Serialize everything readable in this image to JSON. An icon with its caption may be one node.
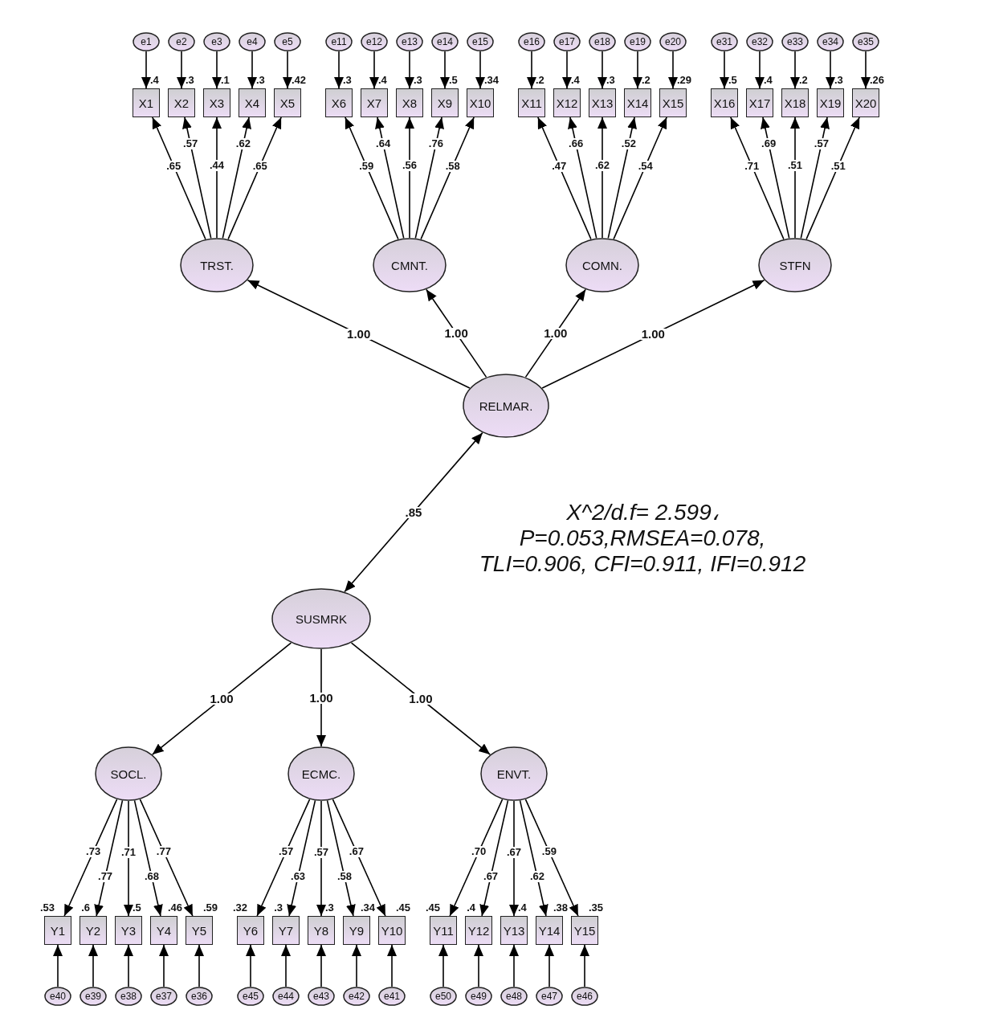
{
  "diagram": {
    "nodes": [
      {
        "text": [
          "e1"
        ]
      },
      {
        "text": [
          "e2"
        ]
      },
      {
        "text": [
          "e3"
        ]
      },
      {
        "text": [
          "e4"
        ]
      },
      {
        "text": [
          "e5"
        ]
      },
      {
        "text": [
          "e11"
        ]
      },
      {
        "text": [
          "e12"
        ]
      },
      {
        "text": [
          "e13"
        ]
      },
      {
        "text": [
          "e14"
        ]
      },
      {
        "text": [
          "e15"
        ]
      },
      {
        "text": [
          "e16"
        ]
      },
      {
        "text": [
          "e17"
        ]
      },
      {
        "text": [
          "e18"
        ]
      },
      {
        "text": [
          "e19"
        ]
      },
      {
        "text": [
          "e20"
        ]
      },
      {
        "text": [
          "e31"
        ]
      },
      {
        "text": [
          "e32"
        ]
      },
      {
        "text": [
          "e33"
        ]
      },
      {
        "text": [
          "e34"
        ]
      },
      {
        "text": [
          "e35"
        ]
      },
      {
        "text": [
          "X1"
        ],
        "beside": [
          ".4"
        ]
      },
      {
        "text": [
          "X2"
        ],
        "beside": [
          ".3"
        ]
      },
      {
        "text": [
          "X3"
        ],
        "beside": [
          ".1"
        ]
      },
      {
        "text": [
          "X4"
        ],
        "beside": [
          ".3"
        ]
      },
      {
        "text": [
          "X5"
        ],
        "beside": [
          ".42"
        ]
      },
      {
        "text": [
          "X6"
        ],
        "beside": [
          ".3"
        ]
      },
      {
        "text": [
          "X7"
        ],
        "beside": [
          ".4"
        ]
      },
      {
        "text": [
          "X8"
        ],
        "beside": [
          ".3"
        ]
      },
      {
        "text": [
          "X9"
        ],
        "beside": [
          ".5"
        ]
      },
      {
        "text": [
          "X10"
        ],
        "beside": [
          ".34"
        ]
      },
      {
        "text": [
          "X11"
        ],
        "beside": [
          ".2"
        ]
      },
      {
        "text": [
          "X12"
        ],
        "beside": [
          ".4"
        ]
      },
      {
        "text": [
          "X13"
        ],
        "beside": [
          ".3"
        ]
      },
      {
        "text": [
          "X14"
        ],
        "beside": [
          ".2"
        ]
      },
      {
        "text": [
          "X15"
        ],
        "beside": [
          ".29"
        ]
      },
      {
        "text": [
          "X16"
        ],
        "beside": [
          ".5"
        ]
      },
      {
        "text": [
          "X17"
        ],
        "beside": [
          ".4"
        ]
      },
      {
        "text": [
          "X18"
        ],
        "beside": [
          ".2"
        ]
      },
      {
        "text": [
          "X19"
        ],
        "beside": [
          ".3"
        ]
      },
      {
        "text": [
          "X20"
        ],
        "beside": [
          ".26"
        ]
      },
      {
        "text": [
          "TRST."
        ]
      },
      {
        "text": [
          "CMNT."
        ]
      },
      {
        "text": [
          "COMN."
        ]
      },
      {
        "text": [
          "STFN"
        ]
      },
      {
        "text": [
          "RELMAR."
        ]
      },
      {
        "text": [
          "SUSMRK"
        ]
      },
      {
        "text": [
          "SOCL."
        ]
      },
      {
        "text": [
          "ECMC."
        ]
      },
      {
        "text": [
          "ENVT."
        ]
      },
      {
        "text": [
          "Y1"
        ],
        "beside": [
          ".53"
        ]
      },
      {
        "text": [
          "Y2"
        ],
        "beside": [
          ".6"
        ]
      },
      {
        "text": [
          "Y3"
        ],
        "beside": [
          ".5"
        ]
      },
      {
        "text": [
          "Y4"
        ],
        "beside": [
          ".46"
        ]
      },
      {
        "text": [
          "Y5"
        ],
        "beside": [
          ".59"
        ]
      },
      {
        "text": [
          "Y6"
        ],
        "beside": [
          ".32"
        ]
      },
      {
        "text": [
          "Y7"
        ],
        "beside": [
          ".3"
        ]
      },
      {
        "text": [
          "Y8"
        ],
        "beside": [
          ".3"
        ]
      },
      {
        "text": [
          "Y9"
        ],
        "beside": [
          ".34"
        ]
      },
      {
        "text": [
          "Y10"
        ],
        "beside": [
          ".45"
        ]
      },
      {
        "text": [
          "Y11"
        ],
        "beside": [
          ".45"
        ]
      },
      {
        "text": [
          "Y12"
        ],
        "beside": [
          ".4"
        ]
      },
      {
        "text": [
          "Y13"
        ],
        "beside": [
          ".4"
        ]
      },
      {
        "text": [
          "Y14"
        ],
        "beside": [
          ".38"
        ]
      },
      {
        "text": [
          "Y15"
        ],
        "beside": [
          ".35"
        ]
      },
      {
        "text": [
          "e40"
        ]
      },
      {
        "text": [
          "e39"
        ]
      },
      {
        "text": [
          "e38"
        ]
      },
      {
        "text": [
          "e37"
        ]
      },
      {
        "text": [
          "e36"
        ]
      },
      {
        "text": [
          "e45"
        ]
      },
      {
        "text": [
          "e44"
        ]
      },
      {
        "text": [
          "e43"
        ]
      },
      {
        "text": [
          "e42"
        ]
      },
      {
        "text": [
          "e41"
        ]
      },
      {
        "text": [
          "e50"
        ]
      },
      {
        "text": [
          "e49"
        ]
      },
      {
        "text": [
          "e48"
        ]
      },
      {
        "text": [
          "e47"
        ]
      },
      {
        "text": [
          "e46"
        ]
      }
    ],
    "edges": [
      {
        "from": 0,
        "to": 20,
        "arrow": "to"
      },
      {
        "from": 1,
        "to": 21,
        "arrow": "to"
      },
      {
        "from": 2,
        "to": 22,
        "arrow": "to"
      },
      {
        "from": 3,
        "to": 23,
        "arrow": "to"
      },
      {
        "from": 4,
        "to": 24,
        "arrow": "to"
      },
      {
        "from": 5,
        "to": 25,
        "arrow": "to"
      },
      {
        "from": 6,
        "to": 26,
        "arrow": "to"
      },
      {
        "from": 7,
        "to": 27,
        "arrow": "to"
      },
      {
        "from": 8,
        "to": 28,
        "arrow": "to"
      },
      {
        "from": 9,
        "to": 29,
        "arrow": "to"
      },
      {
        "from": 10,
        "to": 30,
        "arrow": "to"
      },
      {
        "from": 11,
        "to": 31,
        "arrow": "to"
      },
      {
        "from": 12,
        "to": 32,
        "arrow": "to"
      },
      {
        "from": 13,
        "to": 33,
        "arrow": "to"
      },
      {
        "from": 14,
        "to": 34,
        "arrow": "to"
      },
      {
        "from": 15,
        "to": 35,
        "arrow": "to"
      },
      {
        "from": 16,
        "to": 36,
        "arrow": "to"
      },
      {
        "from": 17,
        "to": 37,
        "arrow": "to"
      },
      {
        "from": 18,
        "to": 38,
        "arrow": "to"
      },
      {
        "from": 19,
        "to": 39,
        "arrow": "to"
      },
      {
        "from": 40,
        "to": 20,
        "arrow": "to",
        "label": ".65"
      },
      {
        "from": 40,
        "to": 21,
        "arrow": "to",
        "label": ".57"
      },
      {
        "from": 40,
        "to": 22,
        "arrow": "to",
        "label": ".44"
      },
      {
        "from": 40,
        "to": 23,
        "arrow": "to",
        "label": ".62"
      },
      {
        "from": 40,
        "to": 24,
        "arrow": "to",
        "label": ".65"
      },
      {
        "from": 41,
        "to": 25,
        "arrow": "to",
        "label": ".59"
      },
      {
        "from": 41,
        "to": 26,
        "arrow": "to",
        "label": ".64"
      },
      {
        "from": 41,
        "to": 27,
        "arrow": "to",
        "label": ".56"
      },
      {
        "from": 41,
        "to": 28,
        "arrow": "to",
        "label": ".76"
      },
      {
        "from": 41,
        "to": 29,
        "arrow": "to",
        "label": ".58"
      },
      {
        "from": 42,
        "to": 30,
        "arrow": "to",
        "label": ".47"
      },
      {
        "from": 42,
        "to": 31,
        "arrow": "to",
        "label": ".66"
      },
      {
        "from": 42,
        "to": 32,
        "arrow": "to",
        "label": ".62"
      },
      {
        "from": 42,
        "to": 33,
        "arrow": "to",
        "label": ".52"
      },
      {
        "from": 42,
        "to": 34,
        "arrow": "to",
        "label": ".54"
      },
      {
        "from": 43,
        "to": 35,
        "arrow": "to",
        "label": ".71"
      },
      {
        "from": 43,
        "to": 36,
        "arrow": "to",
        "label": ".69"
      },
      {
        "from": 43,
        "to": 37,
        "arrow": "to",
        "label": ".51"
      },
      {
        "from": 43,
        "to": 38,
        "arrow": "to",
        "label": ".57"
      },
      {
        "from": 43,
        "to": 39,
        "arrow": "to",
        "label": ".51"
      },
      {
        "from": 44,
        "to": 40,
        "arrow": "to",
        "label": "1.00"
      },
      {
        "from": 44,
        "to": 41,
        "arrow": "to",
        "label": "1.00"
      },
      {
        "from": 44,
        "to": 42,
        "arrow": "to",
        "label": "1.00"
      },
      {
        "from": 44,
        "to": 43,
        "arrow": "to",
        "label": "1.00"
      },
      {
        "from": 45,
        "to": 44,
        "arrow": "both",
        "label": ".85"
      },
      {
        "from": 45,
        "to": 46,
        "arrow": "to",
        "label": "1.00"
      },
      {
        "from": 45,
        "to": 47,
        "arrow": "to",
        "label": "1.00"
      },
      {
        "from": 45,
        "to": 48,
        "arrow": "to",
        "label": "1.00"
      },
      {
        "from": 46,
        "to": 49,
        "arrow": "to",
        "label": ".73"
      },
      {
        "from": 46,
        "to": 50,
        "arrow": "to",
        "label": ".77"
      },
      {
        "from": 46,
        "to": 51,
        "arrow": "to",
        "label": ".71"
      },
      {
        "from": 46,
        "to": 52,
        "arrow": "to",
        "label": ".68"
      },
      {
        "from": 46,
        "to": 53,
        "arrow": "to",
        "label": ".77"
      },
      {
        "from": 47,
        "to": 54,
        "arrow": "to",
        "label": ".57"
      },
      {
        "from": 47,
        "to": 55,
        "arrow": "to",
        "label": ".63"
      },
      {
        "from": 47,
        "to": 56,
        "arrow": "to",
        "label": ".57"
      },
      {
        "from": 47,
        "to": 57,
        "arrow": "to",
        "label": ".58"
      },
      {
        "from": 47,
        "to": 58,
        "arrow": "to",
        "label": ".67"
      },
      {
        "from": 48,
        "to": 59,
        "arrow": "to",
        "label": ".70"
      },
      {
        "from": 48,
        "to": 60,
        "arrow": "to",
        "label": ".67"
      },
      {
        "from": 48,
        "to": 61,
        "arrow": "to",
        "label": ".67"
      },
      {
        "from": 48,
        "to": 62,
        "arrow": "to",
        "label": ".62"
      },
      {
        "from": 48,
        "to": 63,
        "arrow": "to",
        "label": ".59"
      },
      {
        "from": 64,
        "to": 49,
        "arrow": "to"
      },
      {
        "from": 65,
        "to": 50,
        "arrow": "to"
      },
      {
        "from": 66,
        "to": 51,
        "arrow": "to"
      },
      {
        "from": 67,
        "to": 52,
        "arrow": "to"
      },
      {
        "from": 68,
        "to": 53,
        "arrow": "to"
      },
      {
        "from": 69,
        "to": 54,
        "arrow": "to"
      },
      {
        "from": 70,
        "to": 55,
        "arrow": "to"
      },
      {
        "from": 71,
        "to": 56,
        "arrow": "to"
      },
      {
        "from": 72,
        "to": 57,
        "arrow": "to"
      },
      {
        "from": 73,
        "to": 58,
        "arrow": "to"
      },
      {
        "from": 74,
        "to": 59,
        "arrow": "to"
      },
      {
        "from": 75,
        "to": 60,
        "arrow": "to"
      },
      {
        "from": 76,
        "to": 61,
        "arrow": "to"
      },
      {
        "from": 77,
        "to": 62,
        "arrow": "to"
      },
      {
        "from": 78,
        "to": 63,
        "arrow": "to"
      }
    ],
    "labels": [
      "X^2/d.f= 2.599، P=0.053,RMSEA=0.078, TLI=0.906, CFI=0.911, IFI=0.912"
    ]
  }
}
